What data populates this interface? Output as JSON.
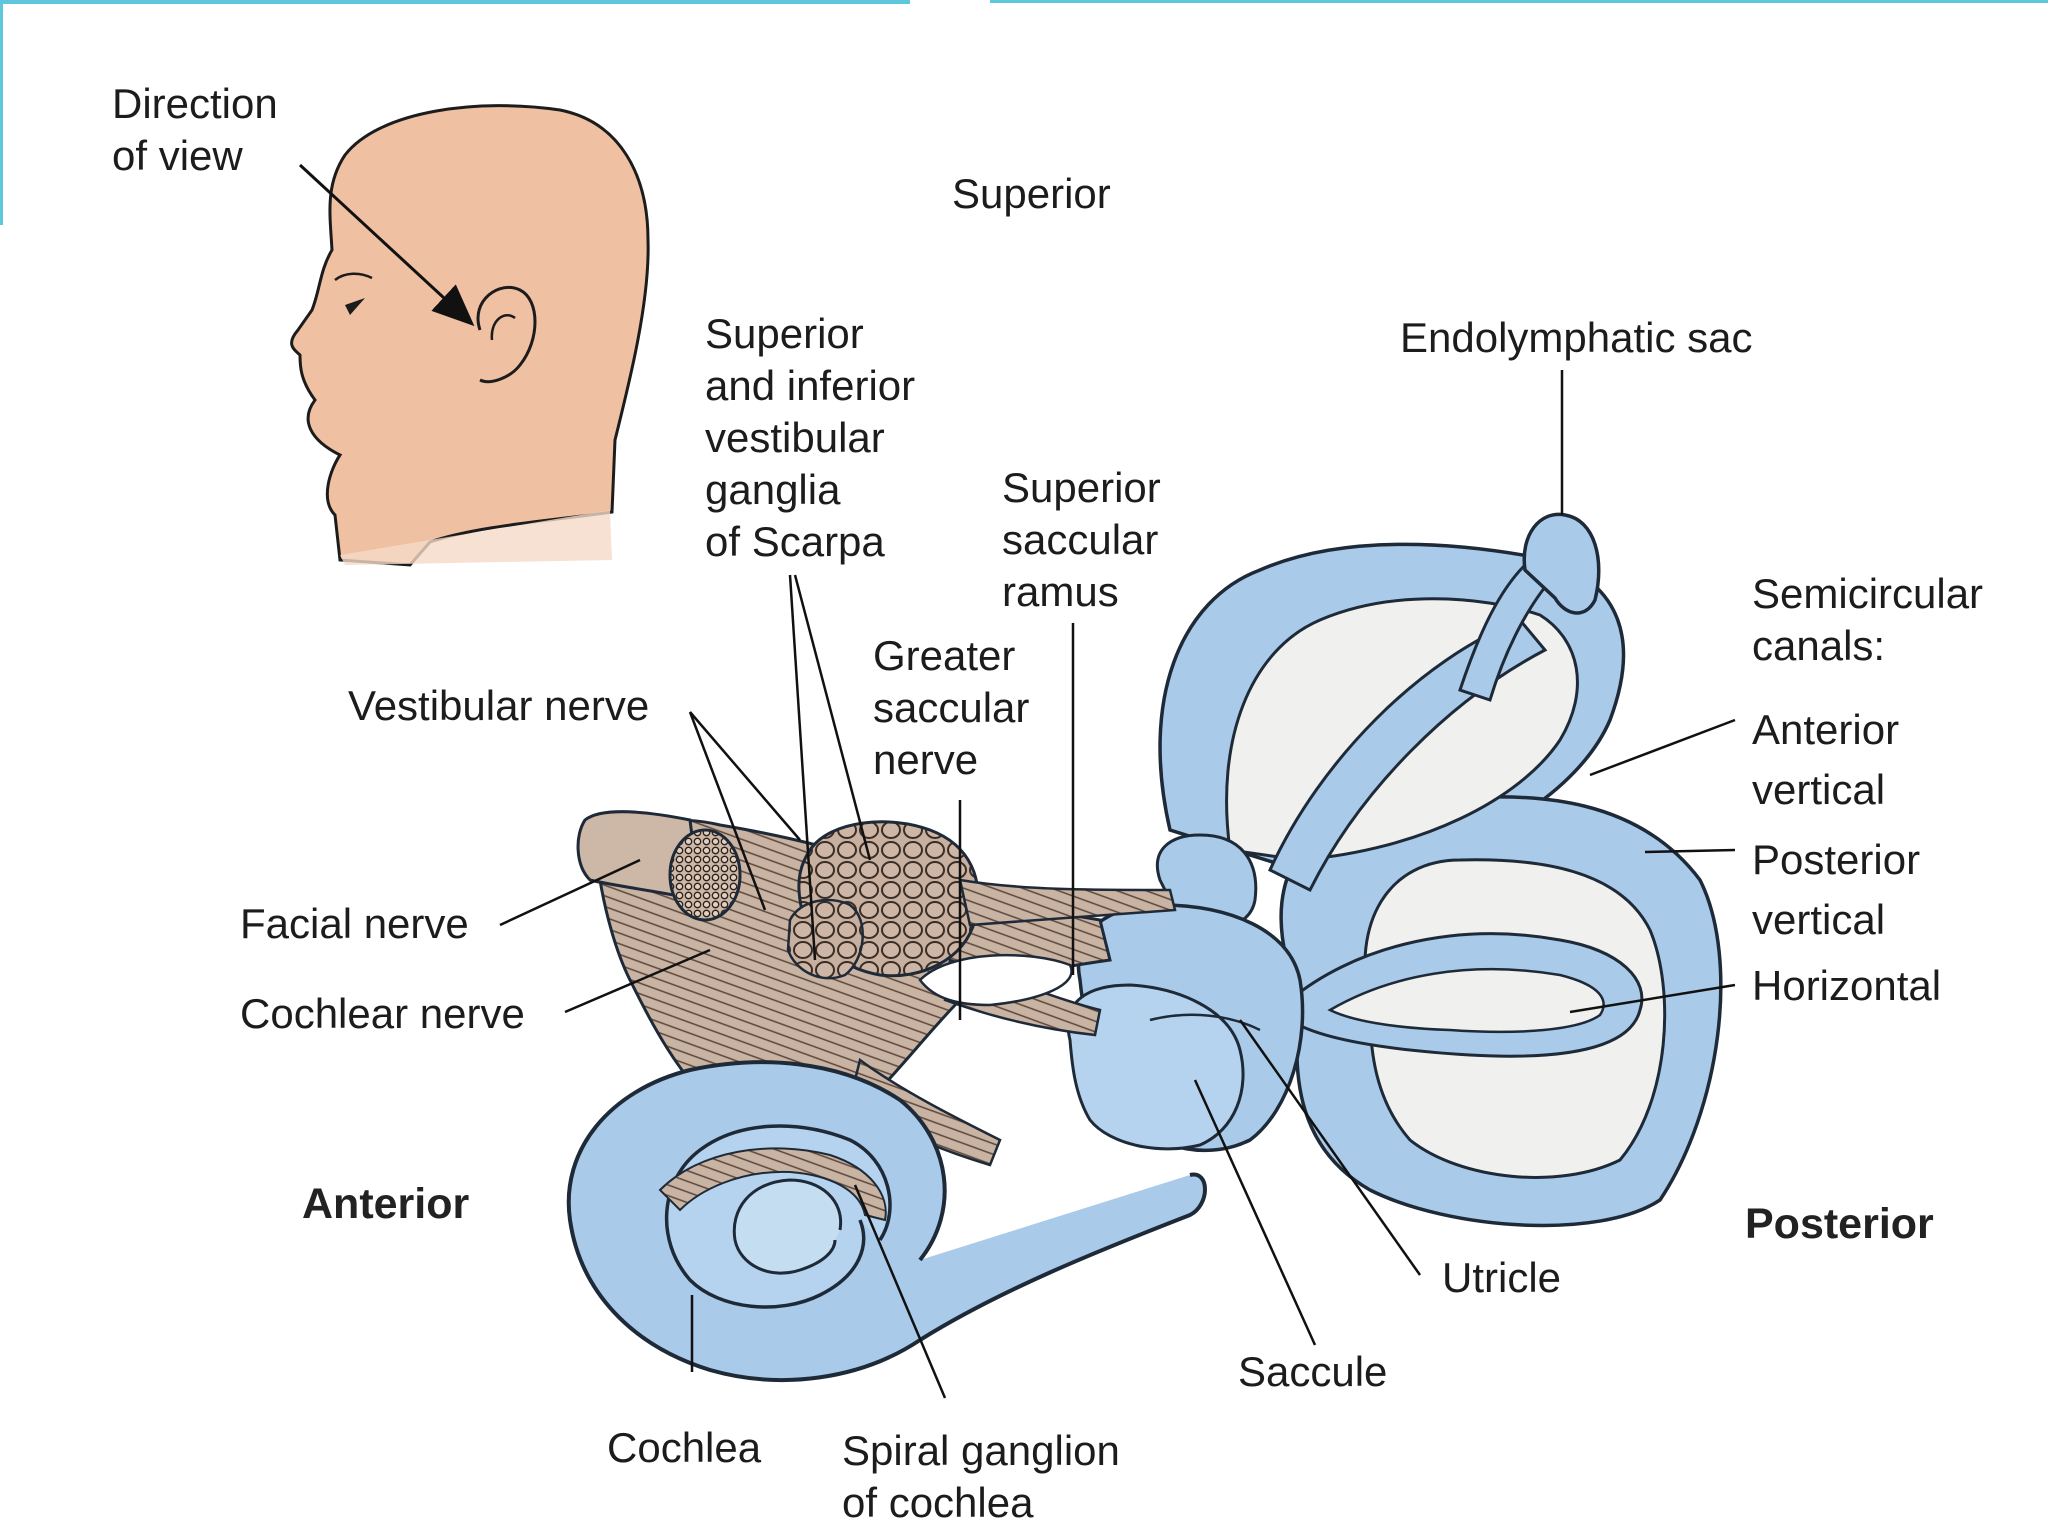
{
  "colors": {
    "canal_fill": "#a9cbe9",
    "canal_stroke": "#1e2a38",
    "canal_inner": "#f0f0ee",
    "nerve_fill": "#c9b3a3",
    "skin": "#efc0a2",
    "frame_accent": "#5ec7de",
    "label_text": "#1c1c1c"
  },
  "labels": {
    "direction_of_view": [
      "Direction",
      "of view"
    ],
    "superior": "Superior",
    "vestibular_ganglia": [
      "Superior",
      "and inferior",
      "vestibular",
      "ganglia",
      "of Scarpa"
    ],
    "superior_saccular_ramus": [
      "Superior",
      "saccular",
      "ramus"
    ],
    "endolymphatic_sac": "Endolymphatic sac",
    "semicircular_canals": [
      "Semicircular",
      "canals:"
    ],
    "anterior_vertical": [
      "Anterior",
      "vertical"
    ],
    "posterior_vertical": [
      "Posterior",
      "vertical"
    ],
    "horizontal": "Horizontal",
    "greater_saccular_nerve": [
      "Greater",
      "saccular",
      "nerve"
    ],
    "vestibular_nerve": "Vestibular nerve",
    "facial_nerve": "Facial nerve",
    "cochlear_nerve": "Cochlear nerve",
    "anterior": "Anterior",
    "posterior": "Posterior",
    "utricle": "Utricle",
    "saccule": "Saccule",
    "cochlea": "Cochlea",
    "spiral_ganglion": [
      "Spiral ganglion",
      "of cochlea"
    ]
  }
}
